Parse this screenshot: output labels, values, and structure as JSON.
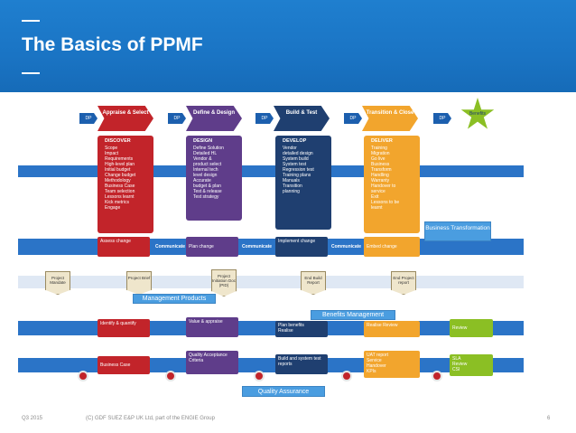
{
  "header": {
    "title": "The Basics of PPMF"
  },
  "footer": {
    "left": "Q3 2015",
    "center": "(C) GDF SUEZ E&P UK Ltd, part of the ENGIE Group",
    "page": "6"
  },
  "gates": [
    "DP",
    "DP",
    "DP",
    "DP",
    "DP"
  ],
  "phases": [
    "Appraise & Select",
    "Define & Design",
    "Build & Test",
    "Transition & Close",
    "Benefits"
  ],
  "columns": {
    "discover": {
      "heading": "DISCOVER",
      "items": [
        "Scope",
        "Impact",
        "Requirements",
        "High-level plan",
        "Initial budget",
        "Change budget",
        "Methodology",
        "Business Case",
        "Team selection",
        "Lessons learnt",
        "Kick metrics",
        "Engage"
      ]
    },
    "design": {
      "heading": "DESIGN",
      "items": [
        "Define Solution",
        "Detailed HL",
        "Vendor &",
        "product select",
        "Internal tech",
        "level design",
        "Accurate",
        "budget & plan",
        "Test & release",
        "Test strategy"
      ]
    },
    "develop": {
      "heading": "DEVELOP",
      "items": [
        "Vendor",
        "detailed design",
        "System build",
        "System test",
        "Regression test",
        "Training plans",
        "Manuals",
        "Transition",
        "planning"
      ]
    },
    "deliver": {
      "heading": "DELIVER",
      "items": [
        "Training",
        "Migration",
        "Go live",
        "Business",
        "Transform",
        "Handling",
        "Warranty",
        "Handover to",
        "service",
        "Exit",
        "Lessons to be",
        "learnt"
      ]
    }
  },
  "change_row": {
    "assess": "Assess change",
    "communicate": "Communicate",
    "plan": "Plan change",
    "implement": "Implement change",
    "embed": "Embed change"
  },
  "docs": [
    "Project Mandate",
    "Project Brief",
    "Project Initiation Doc (PID)",
    "End Build Report",
    "End Project report"
  ],
  "callouts": {
    "business_transformation": "Business Transformation",
    "management_products": "Management Products",
    "benefits_management": "Benefits Management",
    "quality_assurance": "Quality Assurance"
  },
  "benefit_row": {
    "identify": "Identify & quantify",
    "value": "Value & appraise",
    "plan_benefits": "Plan benefits",
    "realise": "Realise",
    "realise_review": "Realise Review",
    "review": "Review"
  },
  "quality_row": {
    "business_case": "Business Case",
    "quality_criteria": "Quality Acceptance Criteria",
    "build_reports": "Build and system test reports",
    "uat": [
      "UAT report",
      "Service",
      "Handover",
      "KPIs"
    ],
    "sla": [
      "SLA",
      "Review",
      "CSI"
    ]
  },
  "colors": {
    "header": "#1a74c4",
    "red": "#c2242a",
    "purple": "#5f3d8a",
    "navy": "#1f3f70",
    "orange": "#f2a52d",
    "green": "#8bbf24",
    "band": "#2b74c7"
  }
}
